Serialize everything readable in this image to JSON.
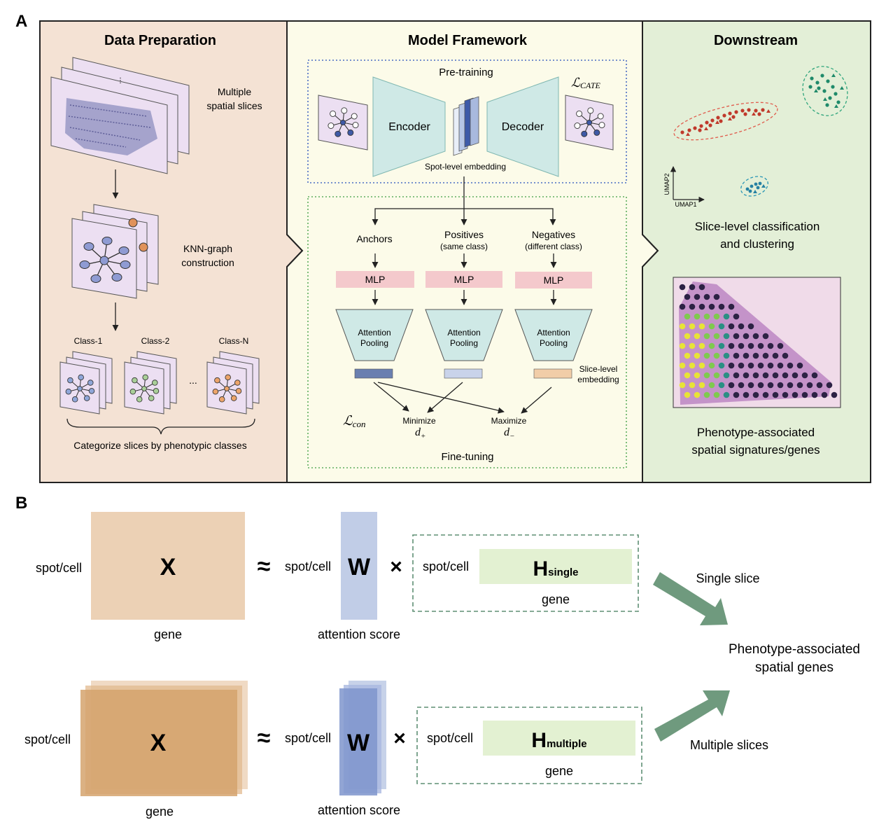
{
  "panel_labels": {
    "a": "A",
    "b": "B"
  },
  "sections": {
    "data_prep": {
      "title": "Data Preparation",
      "slices_label": [
        "Multiple",
        "spatial slices"
      ],
      "knn_label": [
        "KNN-graph",
        "construction"
      ],
      "class_labels": [
        "Class-1",
        "Class-2",
        "Class-N"
      ],
      "ellipsis": "...",
      "caption": "Categorize slices by phenotypic classes"
    },
    "model": {
      "title": "Model Framework",
      "pretraining": "Pre-training",
      "loss_cate": "ℒCATE",
      "encoder": "Encoder",
      "decoder": "Decoder",
      "spot_embedding": "Spot-level embedding",
      "branches": [
        {
          "title": "Anchors",
          "subtitle": "",
          "mlp": "MLP",
          "pool": [
            "Attention",
            "Pooling"
          ],
          "color": "#6a7fb0"
        },
        {
          "title": "Positives",
          "subtitle": "(same class)",
          "mlp": "MLP",
          "pool": [
            "Attention",
            "Pooling"
          ],
          "color": "#c9d3ea"
        },
        {
          "title": "Negatives",
          "subtitle": "(different class)",
          "mlp": "MLP",
          "pool": [
            "Attention",
            "Pooling"
          ],
          "color": "#f1cda8"
        }
      ],
      "slice_embedding": [
        "Slice-level",
        "embedding"
      ],
      "loss_con": "ℒcon",
      "minimize": "Minimize",
      "d_plus": "d+",
      "maximize": "Maximize",
      "d_minus": "d−",
      "finetuning": "Fine-tuning"
    },
    "downstream": {
      "title": "Downstream",
      "umap1": "UMAP1",
      "umap2": "UMAP2",
      "cluster_caption": [
        "Slice-level classification",
        "and clustering"
      ],
      "genes_caption": [
        "Phenotype-associated",
        "spatial signatures/genes"
      ]
    }
  },
  "panel_b": {
    "rows": [
      {
        "x": "X",
        "spot": "spot/cell",
        "gene": "gene",
        "approx": "≈",
        "w": "W",
        "times": "×",
        "attn": "attention score",
        "h": "H",
        "h_sub": "single",
        "h_gene": "gene",
        "arrow_label": "Single slice"
      },
      {
        "x": "X",
        "spot": "spot/cell",
        "gene": "gene",
        "approx": "≈",
        "w": "W",
        "times": "×",
        "attn": "attention score",
        "h": "H",
        "h_sub": "multiple",
        "h_gene": "gene",
        "arrow_label": "Multiple slices"
      }
    ],
    "result": [
      "Phenotype-associated",
      "spatial genes"
    ]
  },
  "colors": {
    "prep_bg": "#f4e2d4",
    "model_bg": "#fcfbe9",
    "down_bg": "#e3efd7",
    "mlp": "#f4c9cc",
    "trap": "#cfe9e6",
    "x_light": "#ecd1b5",
    "x_dark": "#d5a36d",
    "w_color": "#c1cde7",
    "w_dark": "#7f95cc",
    "h_color": "#e3f1d2",
    "arrow_green": "#6f9a7e"
  }
}
